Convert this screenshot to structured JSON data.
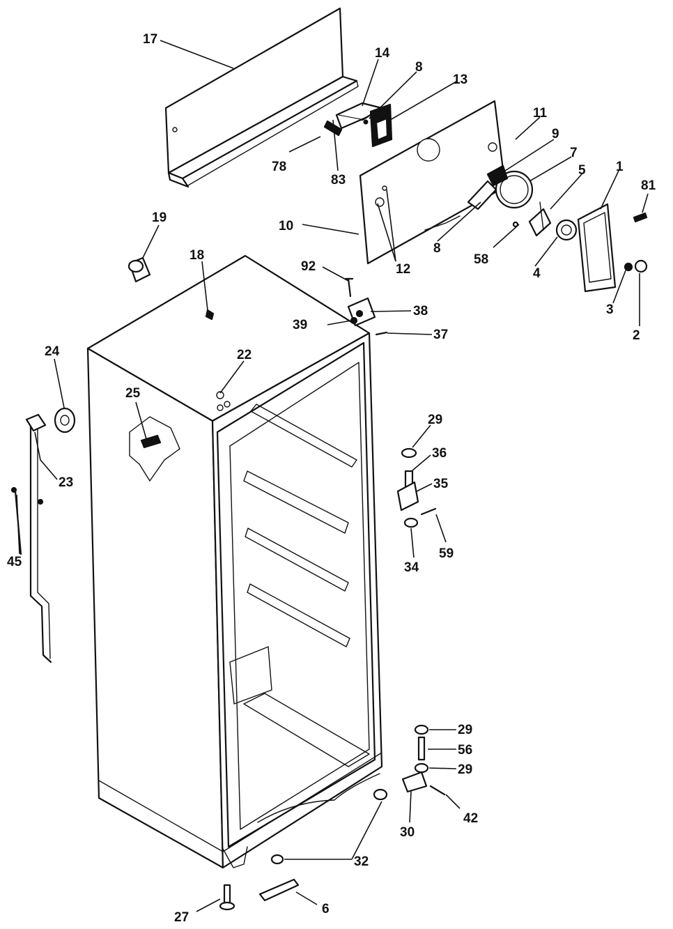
{
  "callouts": {
    "c1": "1",
    "c2": "2",
    "c3": "3",
    "c4": "4",
    "c5": "5",
    "c6": "6",
    "c7": "7",
    "c8a": "8",
    "c8b": "8",
    "c9": "9",
    "c10": "10",
    "c11": "11",
    "c12": "12",
    "c13": "13",
    "c14": "14",
    "c17": "17",
    "c18": "18",
    "c19": "19",
    "c22": "22",
    "c23": "23",
    "c24": "24",
    "c25": "25",
    "c27": "27",
    "c29a": "29",
    "c29b": "29",
    "c29c": "29",
    "c30": "30",
    "c32": "32",
    "c34": "34",
    "c35": "35",
    "c36": "36",
    "c37": "37",
    "c38": "38",
    "c39": "39",
    "c42": "42",
    "c45": "45",
    "c56": "56",
    "c58": "58",
    "c59": "59",
    "c78": "78",
    "c81": "81",
    "c83": "83",
    "c92": "92"
  }
}
